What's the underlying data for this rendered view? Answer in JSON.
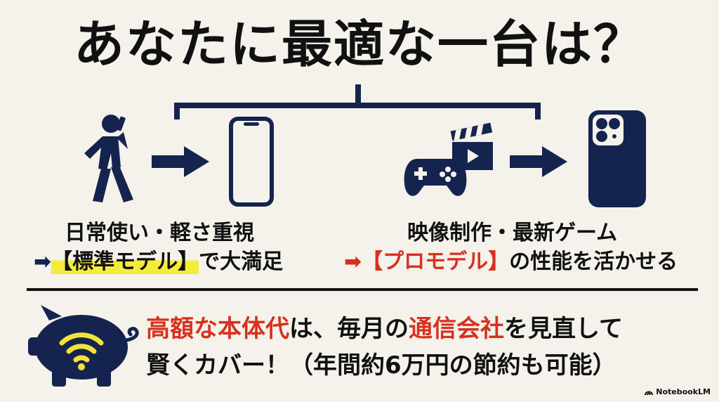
{
  "title": "あなたに最適な一台は？",
  "left": {
    "line1": "日常使い・軽さ重視",
    "line2_arrow": "➡",
    "line2_highlight": "【標準モデル】",
    "line2_rest": "で大満足"
  },
  "right": {
    "line1": "映像制作・最新ゲーム",
    "line2_arrow": "➡",
    "line2_highlight": "【プロモデル】",
    "line2_rest": "の性能を活かせる"
  },
  "tip": {
    "line1_a": "高額な本体代",
    "line1_b": "は、毎月の",
    "line1_c": "通信会社",
    "line1_d": "を見直して",
    "line2": "賢くカバー！（年間約6万円の節約も可能）"
  },
  "brand": "NotebookLM",
  "icons": {
    "person": "person-on-phone-icon",
    "arrow": "right-arrow-icon",
    "standard_phone": "smartphone-icon",
    "gamepad": "gamepad-icon",
    "clapper": "clapperboard-icon",
    "pro_phone": "pro-phone-icon",
    "piggy": "piggy-bank-wifi-icon"
  },
  "colors": {
    "navy": "#15244f",
    "red": "#d7301f",
    "yellow": "#f4ec3a",
    "wifi": "#f4e23a",
    "background": "#f4f2ea"
  }
}
